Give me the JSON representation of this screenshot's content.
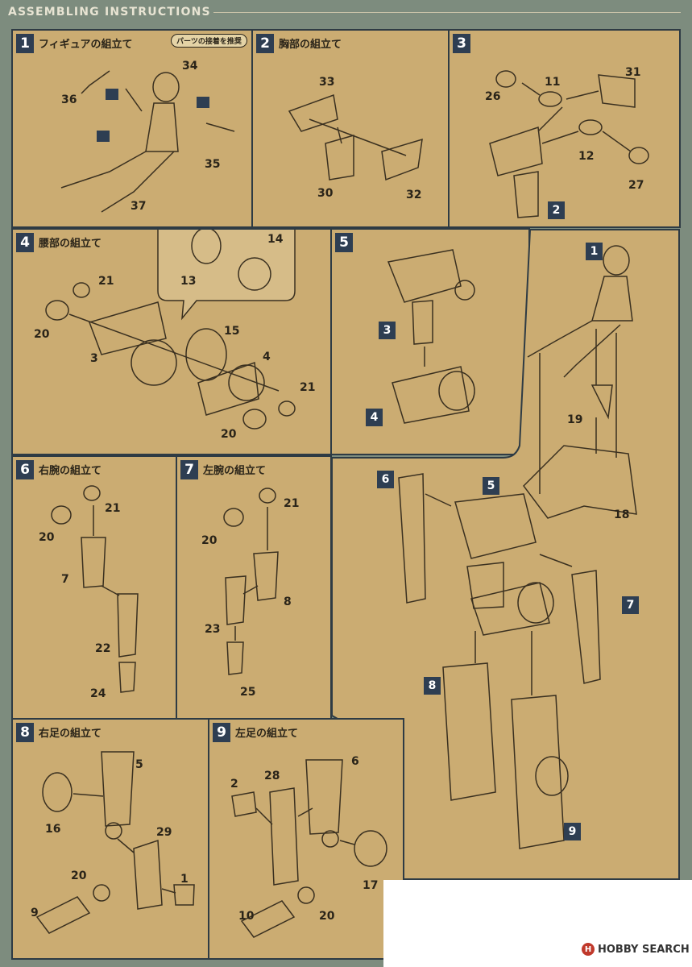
{
  "header": {
    "title": "ASSEMBLING INSTRUCTIONS"
  },
  "panels": [
    {
      "step": "1",
      "title": "フィギュアの組立て",
      "note": "パーツの接着を推奨",
      "parts": [
        "34",
        "36",
        "35",
        "37"
      ]
    },
    {
      "step": "2",
      "title": "胸部の組立て",
      "parts": [
        "33",
        "30",
        "32"
      ]
    },
    {
      "step": "3",
      "title": "",
      "parts": [
        "11",
        "31",
        "26",
        "12",
        "27",
        "2"
      ]
    },
    {
      "step": "4",
      "title": "腰部の組立て",
      "parts": [
        "14",
        "13",
        "21",
        "20",
        "15",
        "3",
        "4",
        "21",
        "20"
      ]
    },
    {
      "step": "5",
      "title": "",
      "parts": [
        "3",
        "4"
      ]
    },
    {
      "step": "6",
      "title": "右腕の組立て",
      "parts": [
        "21",
        "20",
        "7",
        "22",
        "24"
      ]
    },
    {
      "step": "7",
      "title": "左腕の組立て",
      "parts": [
        "21",
        "20",
        "8",
        "23",
        "25"
      ]
    },
    {
      "step": "8",
      "title": "右足の組立て",
      "parts": [
        "5",
        "16",
        "29",
        "20",
        "1",
        "9"
      ]
    },
    {
      "step": "9",
      "title": "左足の組立て",
      "parts": [
        "2",
        "28",
        "6",
        "17",
        "10",
        "20"
      ]
    }
  ],
  "final": {
    "tags": [
      "1",
      "6",
      "5",
      "7",
      "8",
      "9"
    ],
    "parts": [
      "19",
      "18"
    ]
  },
  "watermark": {
    "text": "HOBBY SEARCH",
    "logo": "H"
  }
}
